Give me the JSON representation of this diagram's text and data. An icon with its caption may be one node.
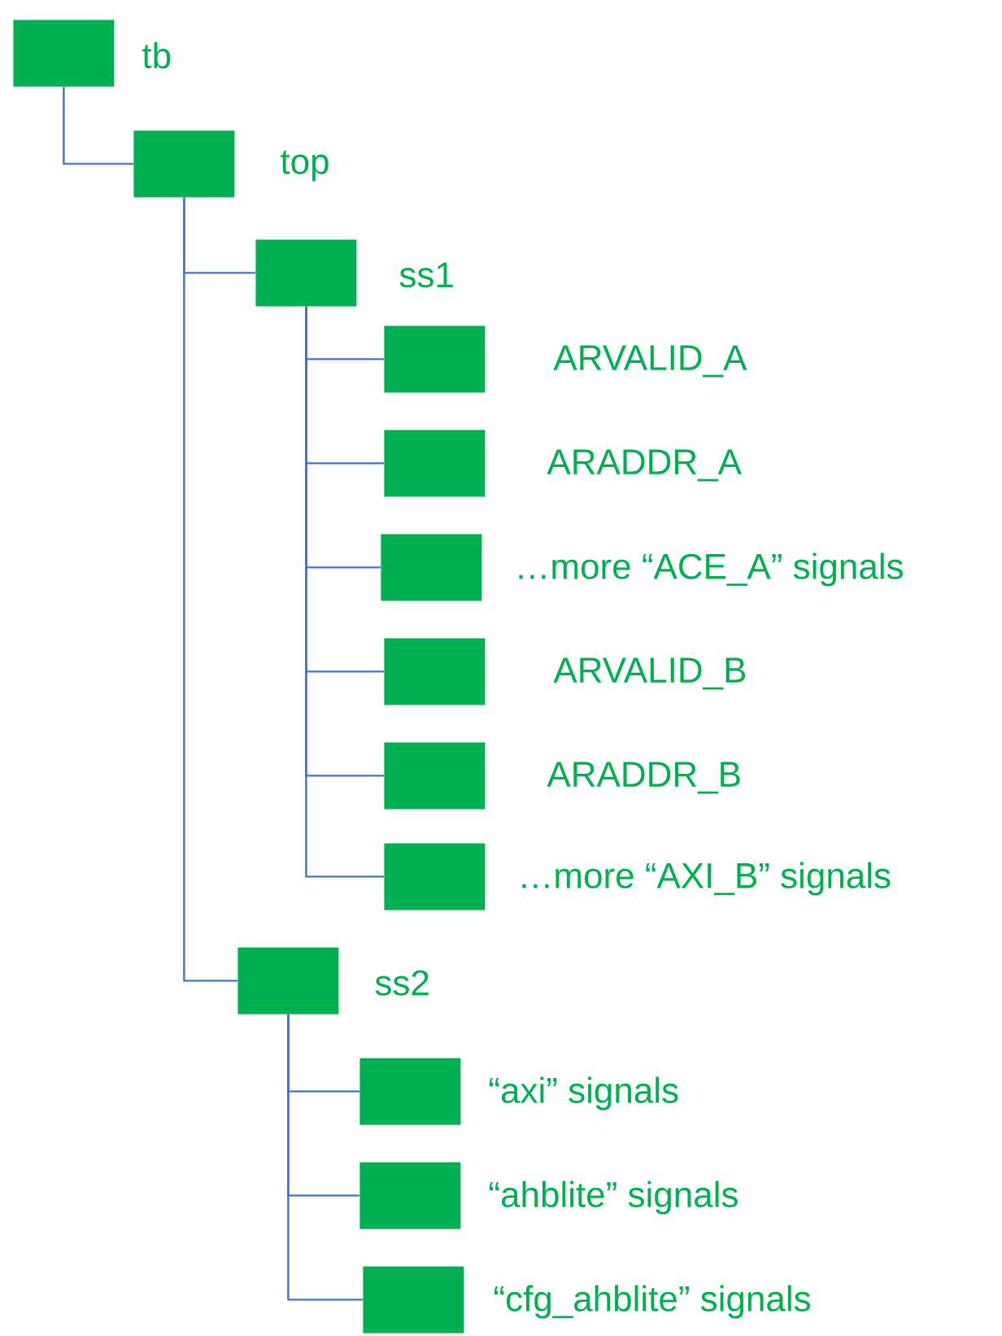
{
  "diagram": {
    "nodes": [
      {
        "text": [
          "tb"
        ]
      },
      {
        "text": [
          "top"
        ]
      },
      {
        "text": [
          "ss1"
        ]
      },
      {
        "text": [
          "ARVALID_A"
        ]
      },
      {
        "text": [
          "ARADDR_A"
        ]
      },
      {
        "text": [
          "…more “ACE_A” signals"
        ]
      },
      {
        "text": [
          "ARVALID_B"
        ]
      },
      {
        "text": [
          "ARADDR_B"
        ]
      },
      {
        "text": [
          "…more “AXI_B” signals"
        ]
      },
      {
        "text": [
          "ss2"
        ]
      },
      {
        "text": [
          "“axi” signals"
        ]
      },
      {
        "text": [
          "“ahblite” signals"
        ]
      },
      {
        "text": [
          "“cfg_ahblite” signals"
        ]
      }
    ],
    "edges": [
      {
        "from": 0,
        "to": 1,
        "arrow": "none"
      },
      {
        "from": 1,
        "to": 2,
        "arrow": "none"
      },
      {
        "from": 2,
        "to": 3,
        "arrow": "none"
      },
      {
        "from": 2,
        "to": 4,
        "arrow": "none"
      },
      {
        "from": 2,
        "to": 5,
        "arrow": "none"
      },
      {
        "from": 2,
        "to": 6,
        "arrow": "none"
      },
      {
        "from": 2,
        "to": 7,
        "arrow": "none"
      },
      {
        "from": 2,
        "to": 8,
        "arrow": "none"
      },
      {
        "from": 1,
        "to": 9,
        "arrow": "none"
      },
      {
        "from": 9,
        "to": 10,
        "arrow": "none"
      },
      {
        "from": 9,
        "to": 11,
        "arrow": "none"
      },
      {
        "from": 9,
        "to": 12,
        "arrow": "none"
      }
    ]
  }
}
